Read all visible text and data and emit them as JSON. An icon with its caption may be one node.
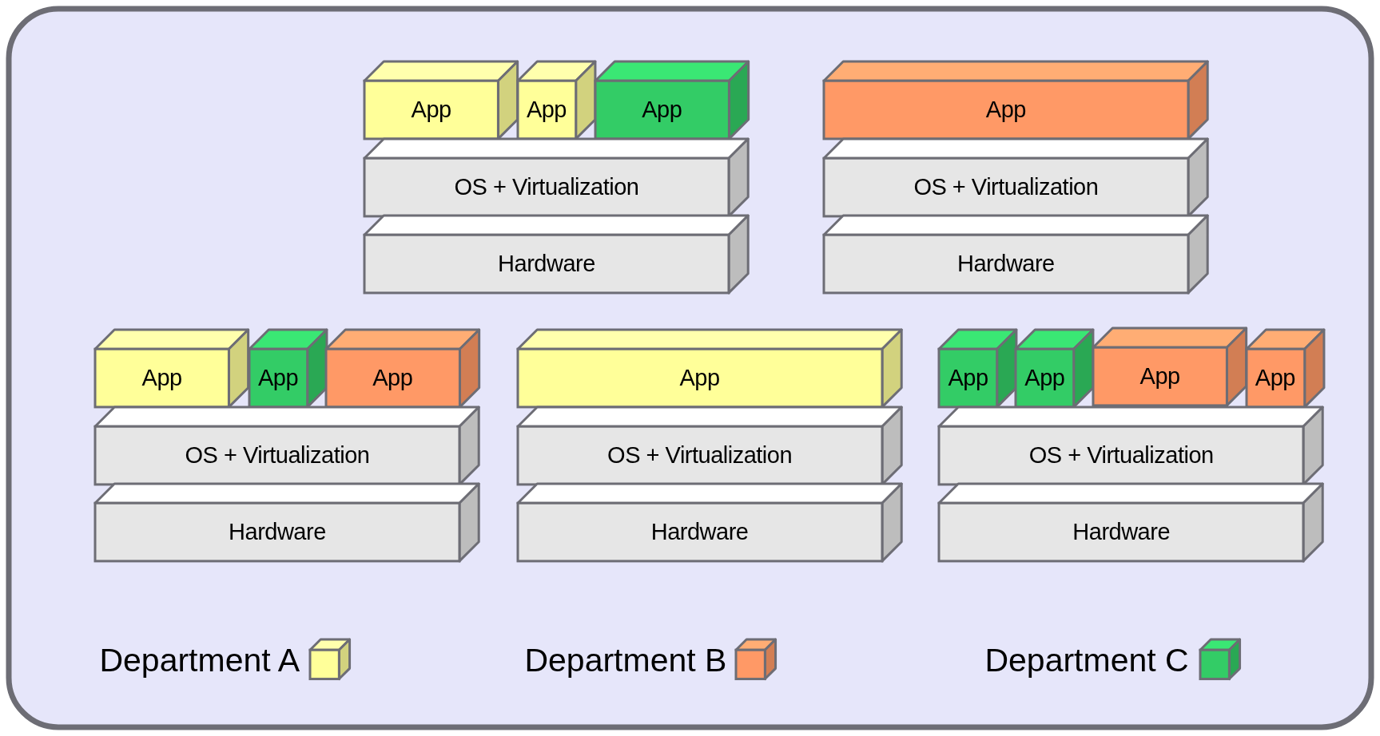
{
  "diagram": {
    "nodes": [
      {
        "text": [
          "App"
        ]
      },
      {
        "text": [
          "App"
        ]
      },
      {
        "text": [
          "App"
        ]
      },
      {
        "text": [
          "OS + Virtualization"
        ]
      },
      {
        "text": [
          "Hardware"
        ]
      },
      {
        "text": [
          "App"
        ]
      },
      {
        "text": [
          "OS + Virtualization"
        ]
      },
      {
        "text": [
          "Hardware"
        ]
      },
      {
        "text": [
          "App"
        ]
      },
      {
        "text": [
          "App"
        ]
      },
      {
        "text": [
          "App"
        ]
      },
      {
        "text": [
          "OS + Virtualization"
        ]
      },
      {
        "text": [
          "Hardware"
        ]
      },
      {
        "text": [
          "App"
        ]
      },
      {
        "text": [
          "OS + Virtualization"
        ]
      },
      {
        "text": [
          "Hardware"
        ]
      },
      {
        "text": [
          "App"
        ]
      },
      {
        "text": [
          "App"
        ]
      },
      {
        "text": [
          "App"
        ]
      },
      {
        "text": [
          "App"
        ]
      },
      {
        "text": [
          "OS + Virtualization"
        ]
      },
      {
        "text": [
          "Hardware"
        ]
      }
    ],
    "legend": [
      {
        "text": "Department A",
        "color": "#ffff99"
      },
      {
        "text": "Department B",
        "color": "#ff9966"
      },
      {
        "text": "Department C",
        "color": "#33cc66"
      }
    ]
  }
}
